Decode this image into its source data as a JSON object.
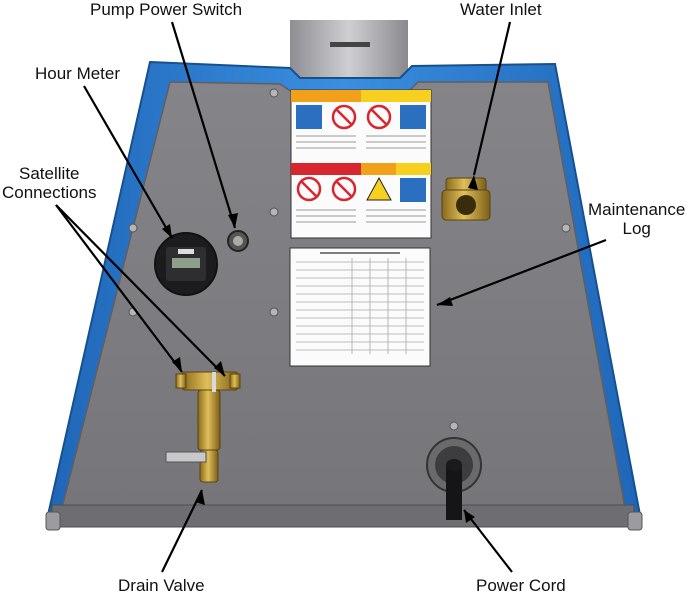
{
  "callouts": {
    "pump_power_switch": "Pump  Power Switch",
    "water_inlet": "Water Inlet",
    "hour_meter": "Hour Meter",
    "satellite_line1": "Satellite",
    "satellite_line2": "Connections",
    "maintenance_line1": "Maintenance",
    "maintenance_line2": "Log",
    "drain_valve": "Drain Valve",
    "power_cord": "Power Cord"
  },
  "colors": {
    "panel_gray": "#7d7d80",
    "frame_blue": "#2f7fd0",
    "warning_orange": "#f2a019",
    "danger_red": "#d8262e",
    "caution_yellow": "#f7cf1f",
    "brass": "#c9a23a"
  },
  "icons": [
    "hour-meter-icon",
    "toggle-switch-icon",
    "brass-fitting-icon",
    "power-cord-icon"
  ]
}
